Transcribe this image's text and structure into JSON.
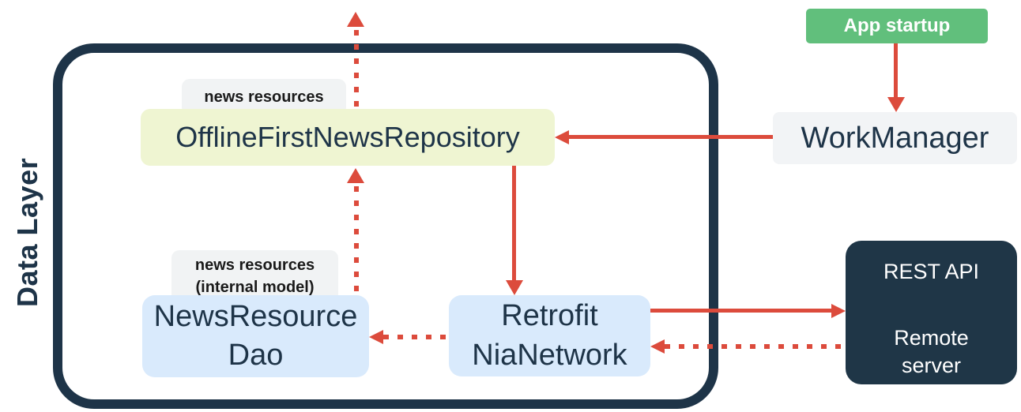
{
  "container": {
    "label": "Data Layer"
  },
  "nodes": {
    "repository": {
      "label": "OfflineFirstNewsRepository"
    },
    "dao": {
      "line1": "NewsResource",
      "line2": "Dao"
    },
    "network": {
      "line1": "Retrofit",
      "line2": "NiaNetwork"
    },
    "workmanager": {
      "label": "WorkManager"
    },
    "app_startup": {
      "label": "App startup"
    },
    "remote_server": {
      "title": "REST API",
      "line1": "Remote",
      "line2": "server"
    }
  },
  "tags": {
    "repository": {
      "line1": "news resources"
    },
    "dao": {
      "line1": "news resources",
      "line2": "(internal model)"
    }
  },
  "colors": {
    "navy_frame_and_text": "#1E3448",
    "arrow_red": "#DC4B3C",
    "repository_fill": "#EFF5D2",
    "dao_fill": "#D9EAFC",
    "network_fill": "#D9EAFC",
    "workmanager_fill": "#F2F4F6",
    "tag_fill": "#F1F3F4",
    "remote_server_fill": "#1F3647",
    "app_startup_fill": "#61BF7C"
  }
}
